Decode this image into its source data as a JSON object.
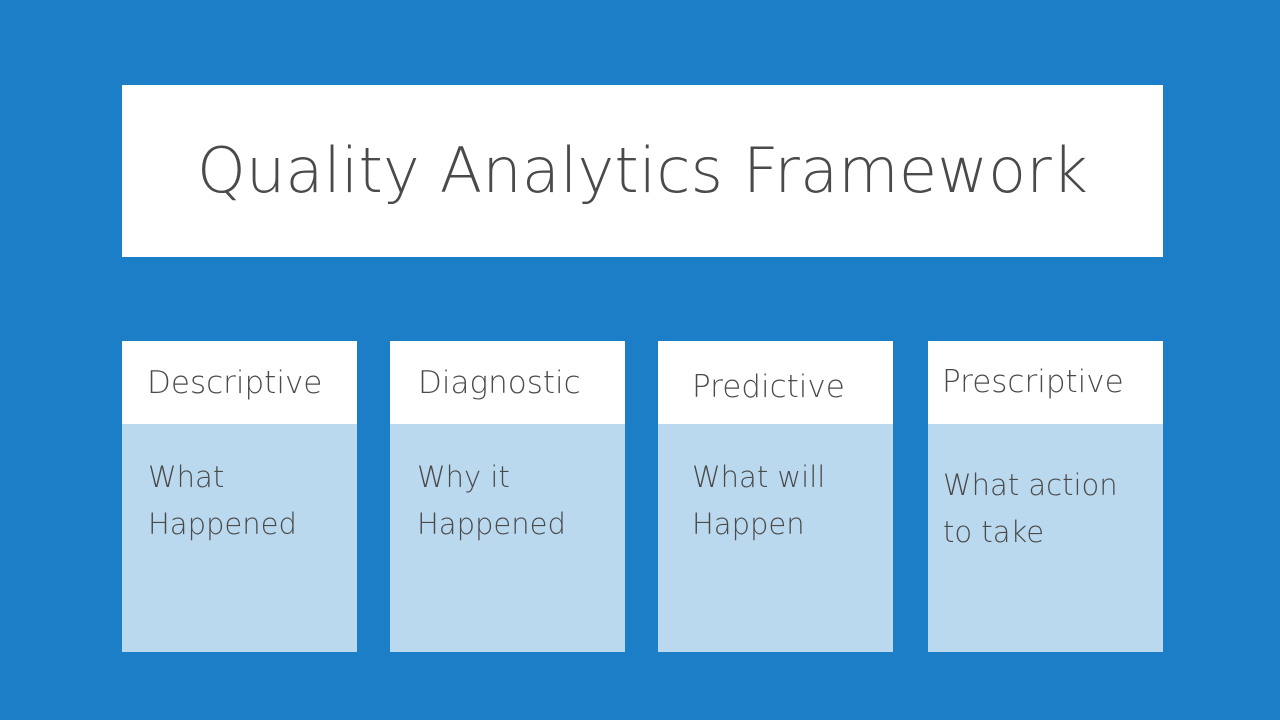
{
  "slide": {
    "background_color": "#1b7ec6",
    "title": "Quality Analytics Framework",
    "title_color": "#4a4a4a",
    "banner_color": "#ffffff",
    "card_header_color": "#ffffff",
    "card_body_color": "#bad9ee",
    "card_text_color": "#4a4a4a"
  },
  "cards": [
    {
      "header": "Descriptive",
      "body": "What\nHappened"
    },
    {
      "header": "Diagnostic",
      "body": "Why it\nHappened"
    },
    {
      "header": "Predictive",
      "body": "What will\nHappen"
    },
    {
      "header": "Prescriptive",
      "body": "What action\nto take"
    }
  ]
}
